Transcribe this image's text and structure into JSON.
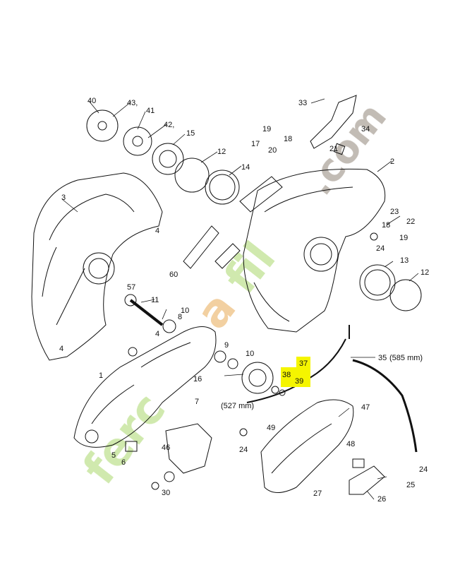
{
  "diagram": {
    "callouts": [
      "40",
      "43,",
      "41",
      "42,",
      "15",
      "12",
      "14",
      "33",
      "34",
      "19",
      "18",
      "17",
      "20",
      "21",
      "2",
      "3",
      "4",
      "4",
      "23",
      "22",
      "18",
      "19",
      "24",
      "13",
      "12",
      "60",
      "57",
      "11",
      "10",
      "8",
      "4",
      "9",
      "10",
      "1",
      "16",
      "7",
      "37",
      "38",
      "39",
      "35",
      "(585 mm)",
      "(527 mm)",
      "47",
      "49",
      "24",
      "48",
      "5",
      "6",
      "46",
      "30",
      "24",
      "25",
      "27",
      "26"
    ],
    "highlighted_callouts": [
      "37",
      "38",
      "39"
    ],
    "highlight_color": "#f5f500",
    "line_color": "#111111"
  },
  "watermark": {
    "text": "fercafil.com",
    "colors": [
      "#c8e6a0",
      "#f0c890",
      "#b8b0a8"
    ]
  }
}
